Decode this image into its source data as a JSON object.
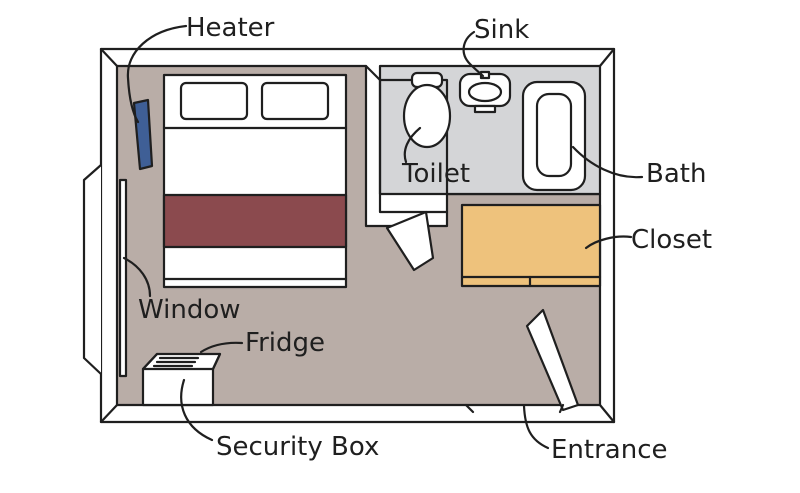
{
  "labels": {
    "heater": "Heater",
    "sink": "Sink",
    "toilet": "Toilet",
    "bath": "Bath",
    "closet": "Closet",
    "window": "Window",
    "fridge": "Fridge",
    "security_box": "Security Box",
    "entrance": "Entrance"
  },
  "colors": {
    "room_floor": "#b9ada7",
    "bathroom_floor": "#d4d5d7",
    "bed_stripe": "#8b4a4e",
    "heater": "#3f5f96",
    "closet": "#eec27c",
    "outline": "#1f1f1f",
    "wall": "#ffffff"
  }
}
